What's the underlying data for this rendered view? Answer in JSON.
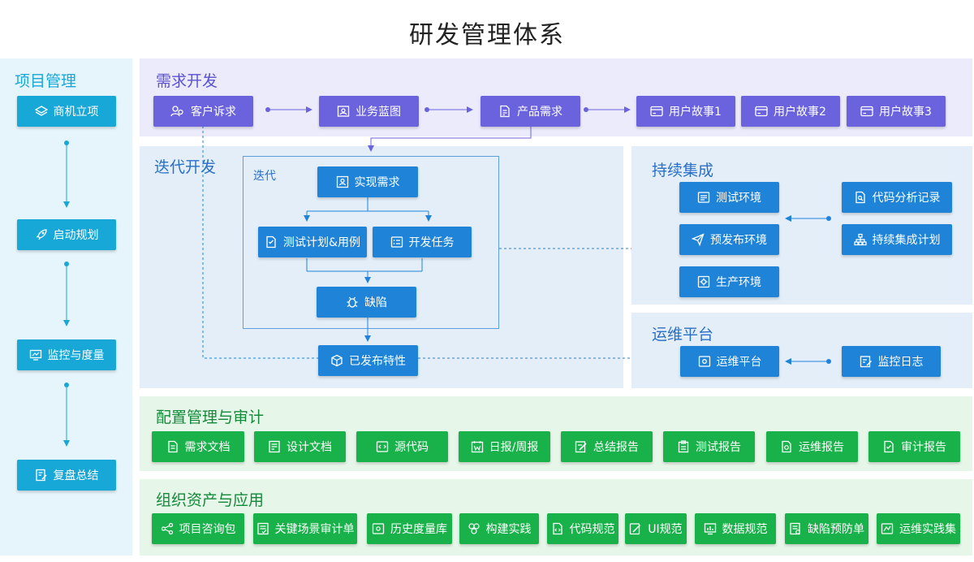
{
  "title": "研发管理体系",
  "colors": {
    "project": "#17a8d8",
    "demand": "#6b63dd",
    "iter": "#1f84d8",
    "config": "#19b24a"
  },
  "project": {
    "title": "项目管理",
    "items": [
      {
        "label": "商机立项",
        "icon": "layers-icon"
      },
      {
        "label": "启动规划",
        "icon": "rocket-icon"
      },
      {
        "label": "监控与度量",
        "icon": "monitor-icon"
      },
      {
        "label": "复盘总结",
        "icon": "document-edit-icon"
      }
    ]
  },
  "demand": {
    "title": "需求开发",
    "items": [
      {
        "label": "客户诉求",
        "icon": "users-icon"
      },
      {
        "label": "业务蓝图",
        "icon": "blueprint-icon"
      },
      {
        "label": "产品需求",
        "icon": "document-list-icon"
      },
      {
        "label": "用户故事1",
        "icon": "card-icon"
      },
      {
        "label": "用户故事2",
        "icon": "card-icon"
      },
      {
        "label": "用户故事3",
        "icon": "card-icon"
      }
    ]
  },
  "iteration_dev": {
    "title": "迭代开发",
    "box_title": "迭代",
    "items": {
      "realize": {
        "label": "实现需求",
        "icon": "person-card-icon"
      },
      "test_plan": {
        "label": "测试计划&用例",
        "icon": "test-doc-icon"
      },
      "dev_task": {
        "label": "开发任务",
        "icon": "task-list-icon"
      },
      "defect": {
        "label": "缺陷",
        "icon": "bug-icon"
      },
      "released": {
        "label": "已发布特性",
        "icon": "box-icon"
      }
    }
  },
  "ci": {
    "title": "持续集成",
    "items": {
      "test_env": {
        "label": "测试环境",
        "icon": "terminal-icon"
      },
      "prerelease": {
        "label": "预发布环境",
        "icon": "send-icon"
      },
      "production": {
        "label": "生产环境",
        "icon": "gear-screen-icon"
      },
      "code_analysis": {
        "label": "代码分析记录",
        "icon": "code-search-icon"
      },
      "ci_plan": {
        "label": "持续集成计划",
        "icon": "hierarchy-icon"
      }
    }
  },
  "ops": {
    "title": "运维平台",
    "items": {
      "platform": {
        "label": "运维平台",
        "icon": "gear-box-icon"
      },
      "monitor_log": {
        "label": "监控日志",
        "icon": "edit-log-icon"
      }
    }
  },
  "config": {
    "title": "配置管理与审计",
    "items": [
      {
        "label": "需求文档",
        "icon": "doc-icon"
      },
      {
        "label": "设计文档",
        "icon": "design-doc-icon"
      },
      {
        "label": "源代码",
        "icon": "code-icon"
      },
      {
        "label": "日报/周报",
        "icon": "calendar-w-icon"
      },
      {
        "label": "总结报告",
        "icon": "pen-doc-icon"
      },
      {
        "label": "测试报告",
        "icon": "clipboard-icon"
      },
      {
        "label": "运维报告",
        "icon": "ops-report-icon"
      },
      {
        "label": "审计报告",
        "icon": "audit-doc-icon"
      }
    ]
  },
  "assets": {
    "title": "组织资产与应用",
    "items": [
      {
        "label": "项目咨询包",
        "icon": "share-icon"
      },
      {
        "label": "关键场景审计单",
        "icon": "checklist-icon"
      },
      {
        "label": "历史度量库",
        "icon": "database-icon"
      },
      {
        "label": "构建实践",
        "icon": "build-icon"
      },
      {
        "label": "代码规范",
        "icon": "code-file-icon"
      },
      {
        "label": "UI规范",
        "icon": "ui-pen-icon"
      },
      {
        "label": "数据规范",
        "icon": "chart-icon"
      },
      {
        "label": "缺陷预防单",
        "icon": "defect-doc-icon"
      },
      {
        "label": "运维实践集",
        "icon": "ops-practice-icon"
      }
    ]
  }
}
